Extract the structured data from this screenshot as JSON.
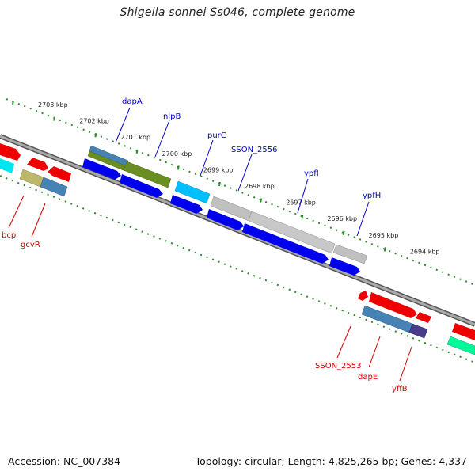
{
  "title": "Shigella sonnei Ss046, complete genome",
  "footer": {
    "accession": "Accession: NC_007384",
    "stats": "Topology: circular; Length: 4,825,265 bp; Genes: 4,337"
  },
  "colors": {
    "backbone": "#888888",
    "tick": "#2e8b2e",
    "cds_forward": "#0000ee",
    "cds_reverse": "#ee0000",
    "label_forward": "#0000cc",
    "label_reverse": "#cc0000"
  },
  "ticks": [
    "2703 kbp",
    "2702 kbp",
    "2701 kbp",
    "2700 kbp",
    "2699 kbp",
    "2698 kbp",
    "2697 kbp",
    "2696 kbp",
    "2695 kbp",
    "2694 kbp"
  ],
  "genes_forward": [
    {
      "label": "dapA"
    },
    {
      "label": "nlpB"
    },
    {
      "label": "purC"
    },
    {
      "label": "SSON_2556"
    },
    {
      "label": "ypfI"
    },
    {
      "label": "ypfH"
    }
  ],
  "genes_reverse": [
    {
      "label": "bcp"
    },
    {
      "label": "gcvR"
    },
    {
      "label": "SSON_2553"
    },
    {
      "label": "dapE"
    },
    {
      "label": "yffB"
    }
  ]
}
